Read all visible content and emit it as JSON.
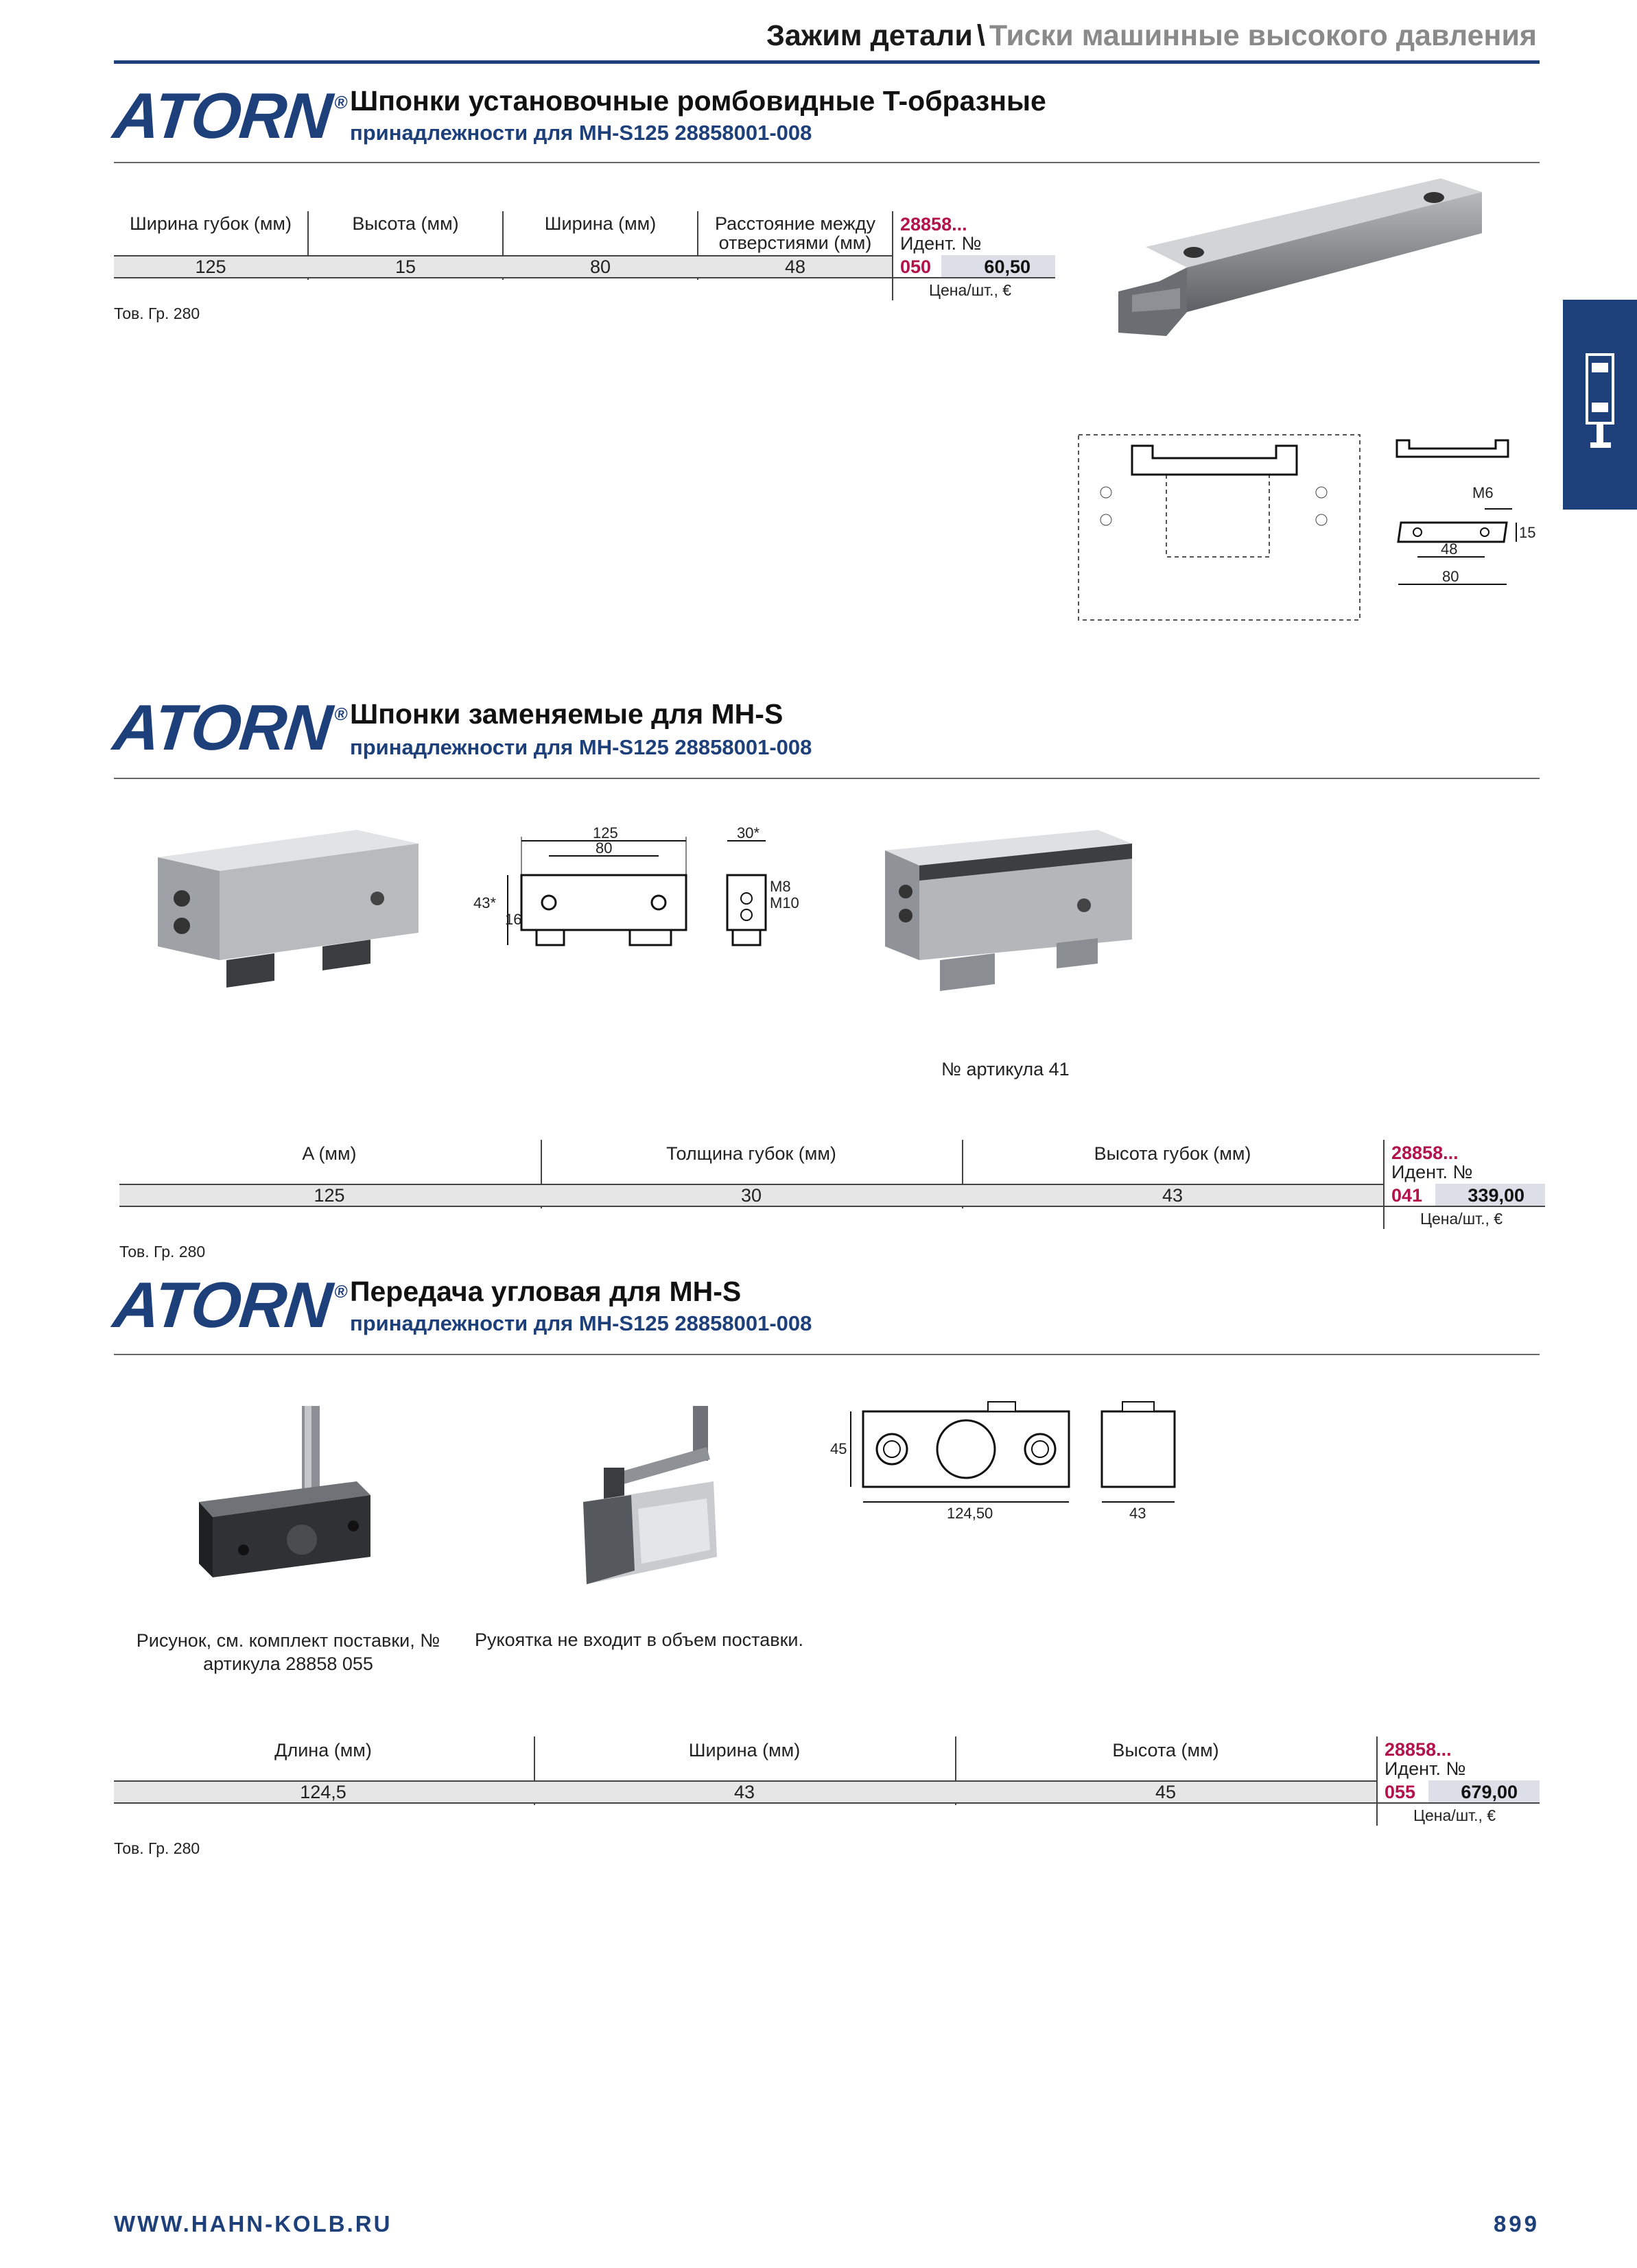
{
  "header": {
    "title_main": "Зажим детали",
    "title_sep": "\\",
    "title_sub": "Тиски машинные высокого давления"
  },
  "brand": {
    "logo_text": "ATORN",
    "logo_mark": "®",
    "color": "#1d3f7a"
  },
  "sections": [
    {
      "title": "Шпонки установочные ромбовидные T-образные",
      "subtitle": "принадлежности для MH-S125 28858001-008",
      "table": {
        "headers": [
          "Ширина губок (мм)",
          "Высота (мм)",
          "Ширина (мм)",
          "Расстояние между отверстиями (мм)"
        ],
        "values": [
          "125",
          "15",
          "80",
          "48"
        ],
        "article_prefix": "28858...",
        "ident_label": "Идент. №",
        "ident_code": "050",
        "price": "60,50",
        "price_label": "Цена/шт., €"
      },
      "product_group": "Тов. Гр. 280",
      "drawing_labels": {
        "thread": "M6",
        "height": "15",
        "hole_distance": "48",
        "width": "80"
      }
    },
    {
      "title": "Шпонки заменяемые для MH-S",
      "subtitle": "принадлежности для MH-S125 28858001-008",
      "drawing_labels": {
        "width": "125",
        "hole_distance": "80",
        "height": "43*",
        "foot": "16",
        "thickness": "30*",
        "thread1": "M8",
        "thread2": "M10"
      },
      "image_caption": "№ артикула 41",
      "table": {
        "headers": [
          "A (мм)",
          "Толщина губок (мм)",
          "Высота губок (мм)"
        ],
        "values": [
          "125",
          "30",
          "43"
        ],
        "article_prefix": "28858...",
        "ident_label": "Идент. №",
        "ident_code": "041",
        "price": "339,00",
        "price_label": "Цена/шт., €"
      },
      "product_group": "Тов. Гр. 280"
    },
    {
      "title": "Передача угловая для MH-S",
      "subtitle": "принадлежности для MH-S125 28858001-008",
      "drawing_labels": {
        "height": "45",
        "length": "124,50",
        "width": "43"
      },
      "caption_left": "Рисунок, см. комплект поставки, № артикула 28858 055",
      "caption_right": "Рукоятка не входит в объем поставки.",
      "table": {
        "headers": [
          "Длина (мм)",
          "Ширина (мм)",
          "Высота (мм)"
        ],
        "values": [
          "124,5",
          "43",
          "45"
        ],
        "article_prefix": "28858...",
        "ident_label": "Идент. №",
        "ident_code": "055",
        "price": "679,00",
        "price_label": "Цена/шт., €"
      },
      "product_group": "Тов. Гр. 280"
    }
  ],
  "footer": {
    "url": "WWW.HAHN-KOLB.RU",
    "page": "899"
  },
  "side_tab": {
    "icon": "vise-clamp-icon"
  }
}
